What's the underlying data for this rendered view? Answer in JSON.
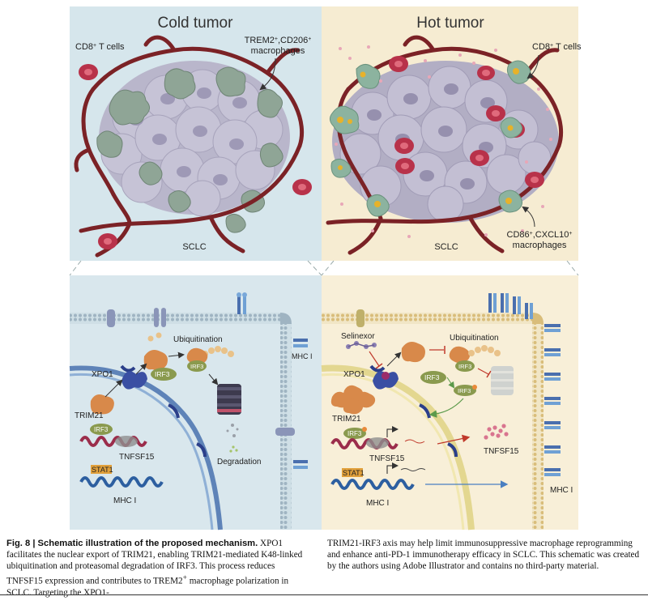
{
  "top": {
    "cold_title": "Cold tumor",
    "hot_title": "Hot tumor",
    "cold_cd8_label": "CD8",
    "cold_cd8_sup": "+",
    "cold_cd8_suffix": " T cells",
    "cold_mac_line1": "TREM2",
    "cold_mac_line1b": ",CD206",
    "cold_mac_line2": "macrophages",
    "cold_sclc": "SCLC",
    "hot_cd8_label": "CD8",
    "hot_cd8_sup": "+",
    "hot_cd8_suffix": " T cells",
    "hot_mac_line1": "CD86",
    "hot_mac_line1b": ",CXCL10",
    "hot_mac_line2": "macrophages",
    "hot_sclc": "SCLC",
    "sup_plus": "+"
  },
  "bottom_left": {
    "ubiquitination": "Ubiquitination",
    "xpo1": "XPO1",
    "irf3_a": "IRF3",
    "irf3_b": "IRF3",
    "irf3_c": "IRF3",
    "trim21": "TRIM21",
    "tnfsf15": "TNFSF15",
    "stat1": "STAT1",
    "mhc_gene": "MHC I",
    "mhc_surface": "MHC I",
    "degradation": "Degradation"
  },
  "bottom_right": {
    "selinexor": "Selinexor",
    "ubiquitination": "Ubiquitination",
    "xpo1": "XPO1",
    "irf3_a": "IRF3",
    "irf3_b": "IRF3",
    "irf3_c": "IRF3",
    "irf3_d": "IRF3",
    "trim21": "TRIM21",
    "tnfsf15_gene": "TNFSF15",
    "tnfsf15_protein": "TNFSF15",
    "stat1": "STAT1",
    "mhc_gene": "MHC I",
    "mhc_surface": "MHC I"
  },
  "caption": {
    "fig_label": "Fig. 8 | Schematic illustration of the proposed mechanism.",
    "left_body": " XPO1 facilitates the nuclear export of TRIM21, enabling TRIM21-mediated K48-linked ubiquitination and proteasomal degradation of IRF3. This process reduces TNFSF15 expression and contributes to TREM2",
    "left_sup": "+",
    "left_tail": " macrophage polarization in SCLC. Targeting the XPO1-",
    "right_body": "TRIM21-IRF3 axis may help limit immunosuppressive macrophage reprogramming and enhance anti-PD-1 immunotherapy efficacy in SCLC. This schematic was created by the authors using Adobe Illustrator and contains no third-party material."
  },
  "colors": {
    "cold_bg": "#d6e6ec",
    "hot_bg": "#f6ecd2",
    "vessel": "#7b2226",
    "tumor_cell": "#c3c0d4",
    "tcell": "#b8324a",
    "cold_macrophage": "#8fa596",
    "hot_macrophage": "#8cb39f",
    "irf3": "#8a9a4e",
    "trim21": "#d8894a",
    "xpo1": "#3a4fa3",
    "nucleus_edge": "#5e83b8",
    "membrane": "#c9b48a",
    "dna": "#9b2d4b"
  },
  "icons": [
    "proteasome-icon",
    "ubiquitin-chain-icon",
    "mhc-receptor-icon",
    "inhibition-arrow-icon",
    "transcription-arrow-icon"
  ]
}
